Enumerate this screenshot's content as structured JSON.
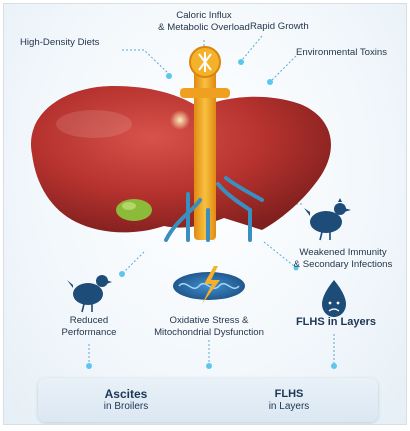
{
  "labels": {
    "caloric": [
      "Caloric Influx",
      "& Metabolic Overload"
    ],
    "rapid": "Rapid Growth",
    "diets": "High-Density Diets",
    "toxins": "Environmental Toxins",
    "immunity": [
      "Weakened Immunity",
      "& Secondary Infections"
    ],
    "reduced": [
      "Reduced",
      "Performance"
    ],
    "oxidative": [
      "Oxidative Stress &",
      "Mitochondrial Dysfunction"
    ],
    "flhs_layers": "FLHS in Layers"
  },
  "bottom": {
    "ascites": [
      "Ascites",
      "in Broilers"
    ],
    "flhs": [
      "FLHS",
      "in Layers"
    ]
  },
  "colors": {
    "liver": "#b5322e",
    "vessel": "#f2a51e",
    "duct": "#3a8fc0",
    "gallbladder": "#8cbb3a",
    "icon": "#1e4c78"
  },
  "icons": [
    "liver-illustration",
    "portal-vein",
    "mitochondria-icon",
    "chicken-icon",
    "drop-icon",
    "dot-node-icon"
  ]
}
